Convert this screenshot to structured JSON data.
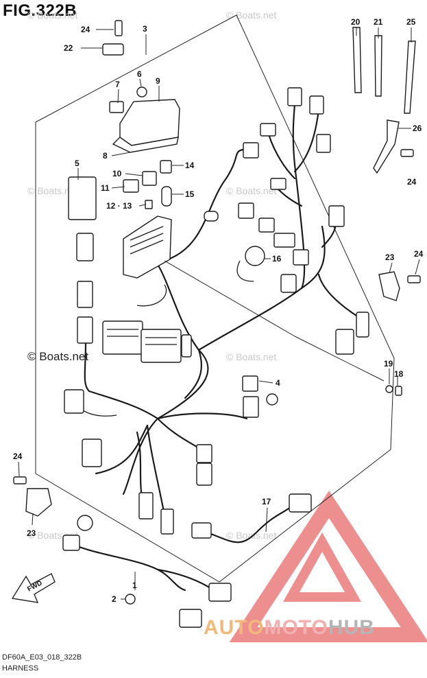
{
  "figure": {
    "title": "FIG.322B"
  },
  "watermarks": [
    "© Boats.net",
    "© Boats.net",
    "© Boats.net",
    "© Boats.net",
    "© Boats.net",
    "© Boats.net",
    "© Boats.net"
  ],
  "watermark_main": "© Boats.net",
  "callouts": {
    "c1": "1",
    "c2": "2",
    "c3": "3",
    "c4": "4",
    "c5": "5",
    "c6": "6",
    "c7": "7",
    "c8": "8",
    "c9": "9",
    "c10": "10",
    "c11": "11",
    "c1213": "12 · 13",
    "c14": "14",
    "c15": "15",
    "c16": "16",
    "c17": "17",
    "c18": "18",
    "c19": "19",
    "c20": "20",
    "c21": "21",
    "c22": "22",
    "c23a": "23",
    "c23b": "23",
    "c24a": "24",
    "c24b": "24",
    "c24c": "24",
    "c24d": "24",
    "c25": "25",
    "c26": "26"
  },
  "fwd_label": "FWD",
  "footer": {
    "code": "DF60A_E03_018_322B",
    "name": "HARNESS"
  },
  "logo": {
    "part1": "AUTO",
    "part2": "MOTO",
    "part3": "HUB"
  },
  "colors": {
    "logo_red": "#e86a6a",
    "logo_orange": "#f2b87a",
    "logo_gray": "#b5b5b5"
  }
}
